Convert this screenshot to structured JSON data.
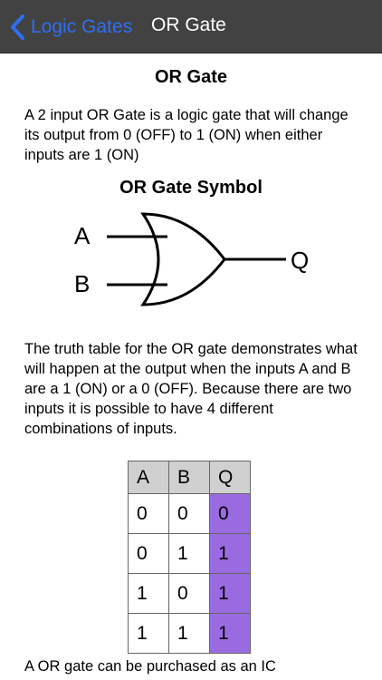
{
  "nav": {
    "back_label": "Logic Gates",
    "title": "OR Gate"
  },
  "page": {
    "title": "OR Gate",
    "intro": "A 2 input OR Gate is a logic gate that will change its output from 0 (OFF) to 1 (ON) when either inputs are 1 (ON)",
    "symbol_title": "OR Gate Symbol",
    "symbol_labels": {
      "a": "A",
      "b": "B",
      "q": "Q"
    },
    "truth_text": "The truth table for the OR gate demonstrates what will happen at the output when the inputs A and B are a 1 (ON) or a 0 (OFF). Because there are two inputs it is possible to have 4 different combinations of inputs.",
    "bottom_text": "A OR gate can be purchased as an IC"
  },
  "truth_table": {
    "headers": [
      "A",
      "B",
      "Q"
    ],
    "rows": [
      [
        "0",
        "0",
        "0"
      ],
      [
        "0",
        "1",
        "1"
      ],
      [
        "1",
        "0",
        "1"
      ],
      [
        "1",
        "1",
        "1"
      ]
    ]
  },
  "colors": {
    "navbar": "#424242",
    "accent": "#2f6ff0",
    "output_cell": "#9a6be0",
    "header_cell": "#d0d0d0"
  },
  "icons": {
    "back": "chevron-left-icon"
  }
}
